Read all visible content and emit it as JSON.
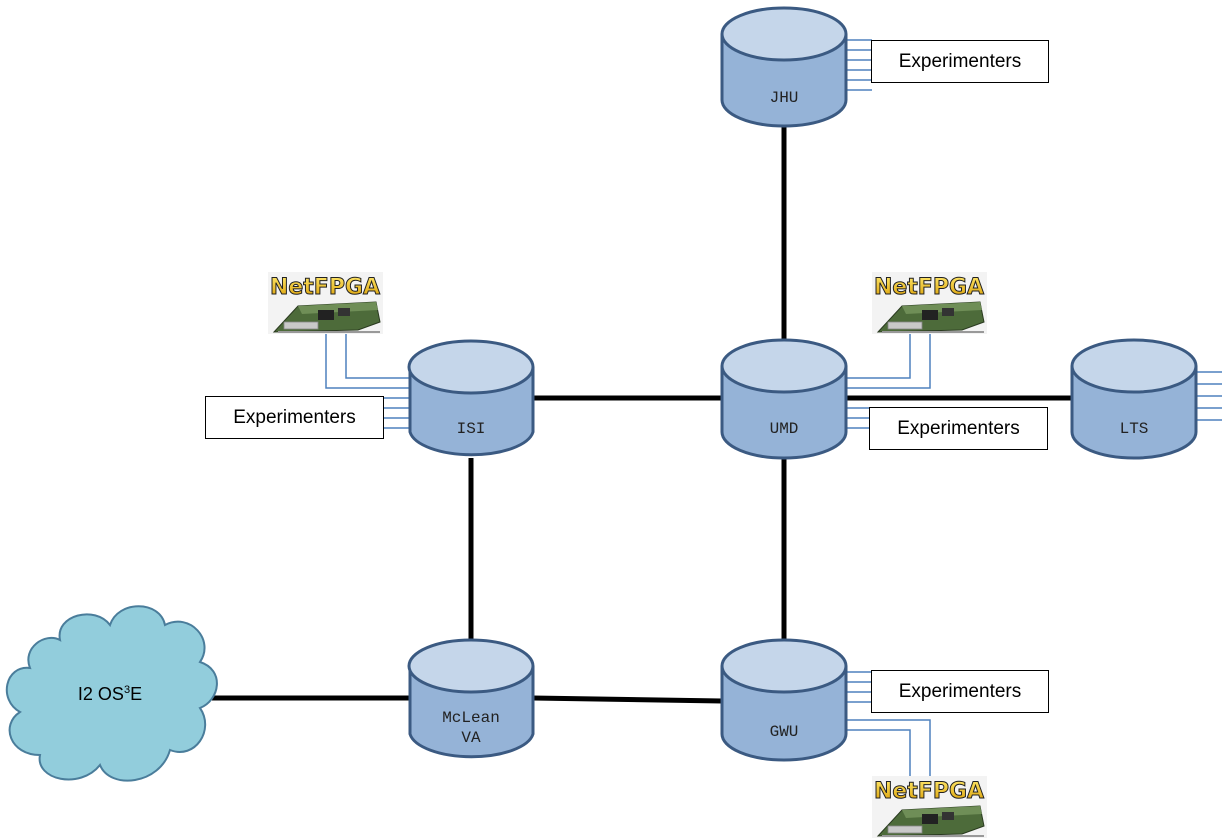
{
  "nodes": {
    "jhu": {
      "label": "JHU"
    },
    "isi": {
      "label": "ISI"
    },
    "umd": {
      "label": "UMD"
    },
    "lts": {
      "label": "LTS"
    },
    "mclean": {
      "line1": "McLean",
      "line2": "VA"
    },
    "gwu": {
      "label": "GWU"
    }
  },
  "cloud": {
    "prefix": "I2 OS",
    "sup": "3",
    "suffix": "E"
  },
  "experimenters": {
    "jhu": "Experimenters",
    "isi": "Experimenters",
    "umd": "Experimenters",
    "gwu": "Experimenters"
  },
  "netfpga": {
    "isi": "NetFPGA",
    "umd": "NetFPGA",
    "gwu": "NetFPGA"
  },
  "colors": {
    "cylinder_body": "#95b3d7",
    "cylinder_top": "#c5d6ea",
    "cylinder_stroke": "#3b5a82",
    "cloud_fill": "#92cddc",
    "cloud_stroke": "#4a7d9b",
    "port_line": "#4f81bd",
    "link_line": "#000000",
    "netfpga_text": "#f5c400"
  }
}
